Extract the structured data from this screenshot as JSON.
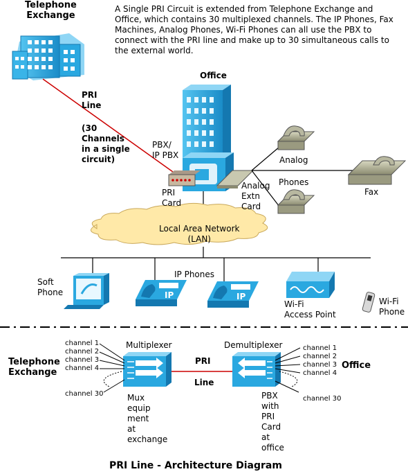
{
  "top": {
    "intro": "A Single PRI Circuit is extended from Telephone Exchange and Office, which contains 30 multiplexed channels. The IP Phones, Fax Machines, Analog Phones, Wi-Fi Phones can all use the PBX to connect with the PRI line and make up to 30 simultaneous calls to the external world.",
    "exchange_label": "Telephone\nExchange",
    "office_label": "Office",
    "pri_line_label": "PRI\nLine",
    "channels_note": "(30\nChannels\nin a single\ncircuit)",
    "pbx_label": "PBX/\nIP PBX",
    "pri_card_label": "PRI\nCard",
    "analog_label": "Analog",
    "analog_extn_label": "Analog\nExtn\nCard",
    "phones_label": "Phones",
    "fax_label": "Fax",
    "lan_label": "Local Area Network\n(LAN)",
    "ip_phones_label": "IP Phones",
    "soft_phone_label": "Soft\nPhone",
    "wifi_ap_label": "Wi-Fi\nAccess Point",
    "wifi_phone_label": "Wi-Fi\nPhone"
  },
  "bottom": {
    "exchange_label": "Telephone\nExchange",
    "office_label": "Office",
    "multiplexer_label": "Multiplexer",
    "demultiplexer_label": "Demultiplexer",
    "pri_label": "PRI",
    "line_label": "Line",
    "left_channels": [
      "channel 1",
      "channel 2",
      "channel 3",
      "channel 4"
    ],
    "left_last_channel": "channel 30",
    "right_channels": [
      "channel 1",
      "channel 2",
      "channel 3",
      "channel 4"
    ],
    "right_last_channel": "channel 30",
    "mux_note": "Mux\nequip\nment\nat\nexchange",
    "pbx_note": "PBX\nwith\nPRI\nCard\nat\noffice",
    "title": "PRI Line - Architecture Diagram"
  },
  "colors": {
    "building": "#2aa8e0",
    "building_dark": "#1478b0",
    "pri_line": "#cc0000",
    "lan_cloud": "#ffe9a8"
  }
}
